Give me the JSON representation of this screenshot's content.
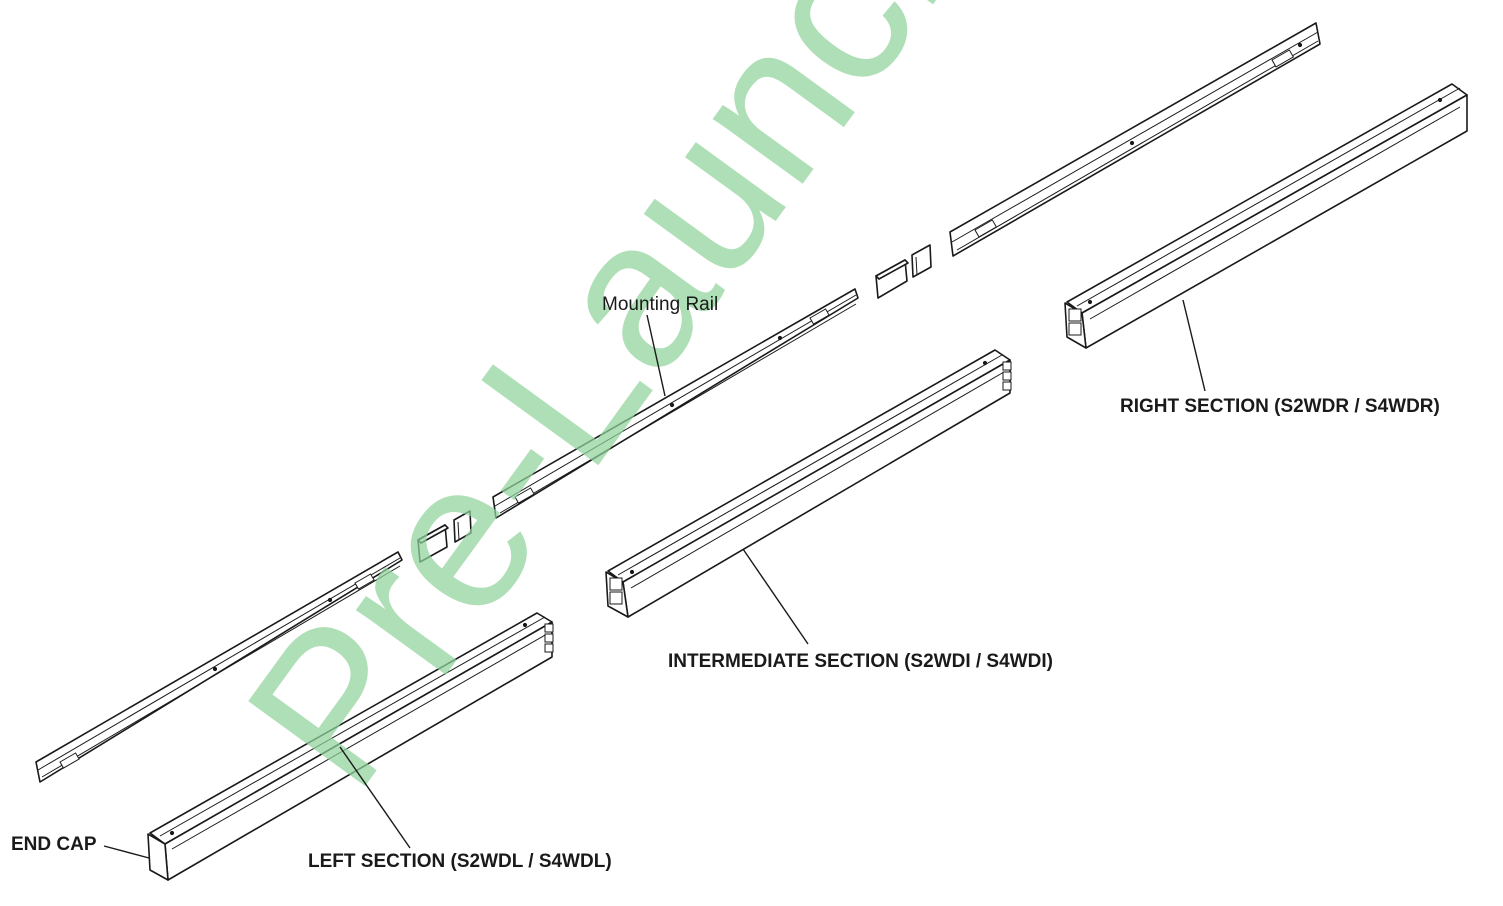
{
  "watermark": {
    "text": "Pre-Launch",
    "color": "#8fd39a"
  },
  "labels": {
    "mounting_rail": "Mounting Rail",
    "right_section": "RIGHT SECTION (S2WDR / S4WDR)",
    "intermediate_section": "INTERMEDIATE SECTION (S2WDI / S4WDI)",
    "left_section": "LEFT SECTION (S2WDL / S4WDL)",
    "end_cap": "END CAP"
  },
  "colors": {
    "line": "#1a1a1a",
    "background": "#ffffff"
  }
}
